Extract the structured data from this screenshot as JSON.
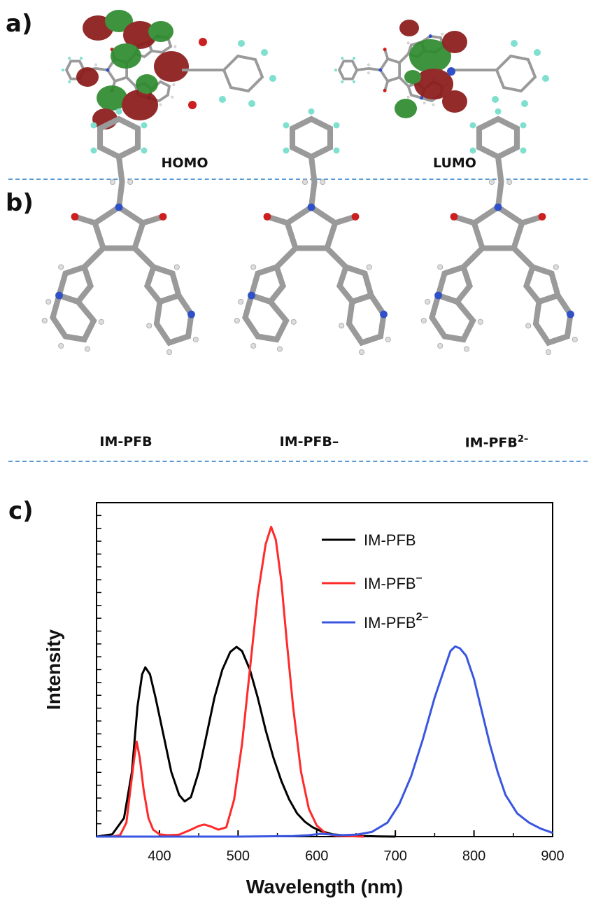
{
  "panels": {
    "a": {
      "label": "a)",
      "mol1": "HOMO",
      "mol2": "LUMO"
    },
    "b": {
      "label": "b)",
      "mol1": "IM-PFB",
      "mol2": "IM-PFB–",
      "mol3_base": "IM-PFB",
      "mol3_sup": "2–"
    },
    "c": {
      "label": "c)"
    }
  },
  "colors": {
    "homo_pos": "#8b1a1a",
    "homo_neg": "#2e8b2e",
    "divider": "#5b9bd5",
    "series_black": "#000000",
    "series_red": "#ff2a2a",
    "series_blue": "#3a55e0"
  },
  "chart_data": {
    "type": "line",
    "xlabel": "Wavelength  (nm)",
    "ylabel": "Intensity",
    "xlim": [
      320,
      900
    ],
    "xticks": [
      400,
      500,
      600,
      700,
      800,
      900
    ],
    "legend_position": "top-right",
    "series": [
      {
        "name": "IM-PFB",
        "sup": "",
        "color": "#000000",
        "x": [
          320,
          340,
          355,
          365,
          372,
          378,
          382,
          388,
          395,
          405,
          415,
          425,
          432,
          440,
          450,
          460,
          470,
          480,
          490,
          498,
          505,
          515,
          525,
          535,
          545,
          555,
          565,
          575,
          585,
          595,
          605,
          620,
          640,
          660,
          680,
          700
        ],
        "y": [
          0,
          0.5,
          4,
          14,
          28,
          35,
          36.5,
          35,
          30,
          22,
          14,
          9,
          7.6,
          8.5,
          14,
          22,
          30,
          36,
          39.8,
          40.9,
          40,
          36,
          30,
          23,
          17,
          12,
          8,
          5,
          3.2,
          2,
          1.2,
          0.5,
          0.2,
          0.1,
          0.05,
          0
        ]
      },
      {
        "name": "IM-PFB",
        "sup": "–",
        "color": "#ff2a2a",
        "x": [
          320,
          340,
          350,
          358,
          363,
          368,
          371,
          375,
          380,
          386,
          392,
          400,
          410,
          425,
          440,
          450,
          457,
          465,
          475,
          485,
          495,
          505,
          515,
          525,
          535,
          542,
          548,
          555,
          562,
          570,
          580,
          590,
          600,
          612,
          625,
          640,
          660
        ],
        "y": [
          0,
          0,
          0.3,
          3,
          10,
          17,
          20.5,
          17,
          10,
          4,
          1.5,
          0.5,
          0.3,
          0.4,
          1.5,
          2.3,
          2.6,
          2.2,
          1.5,
          2,
          8,
          20,
          36,
          52,
          63,
          66.8,
          64,
          55,
          42,
          28,
          14,
          6,
          2.4,
          0.6,
          0.2,
          0.1,
          0
        ]
      },
      {
        "name": "IM-PFB",
        "sup": "2–",
        "color": "#3a55e0",
        "x": [
          320,
          400,
          500,
          570,
          590,
          605,
          615,
          630,
          650,
          670,
          690,
          705,
          720,
          735,
          750,
          760,
          770,
          776,
          782,
          790,
          800,
          810,
          820,
          830,
          840,
          855,
          870,
          885,
          900
        ],
        "y": [
          0,
          0,
          0,
          0.1,
          0.3,
          0.6,
          0.5,
          0.3,
          0.4,
          1,
          3,
          7,
          13,
          21,
          30,
          35,
          40,
          41,
          40.6,
          39,
          34,
          27,
          20,
          14,
          9,
          5,
          3,
          1.7,
          0.8
        ]
      }
    ]
  }
}
